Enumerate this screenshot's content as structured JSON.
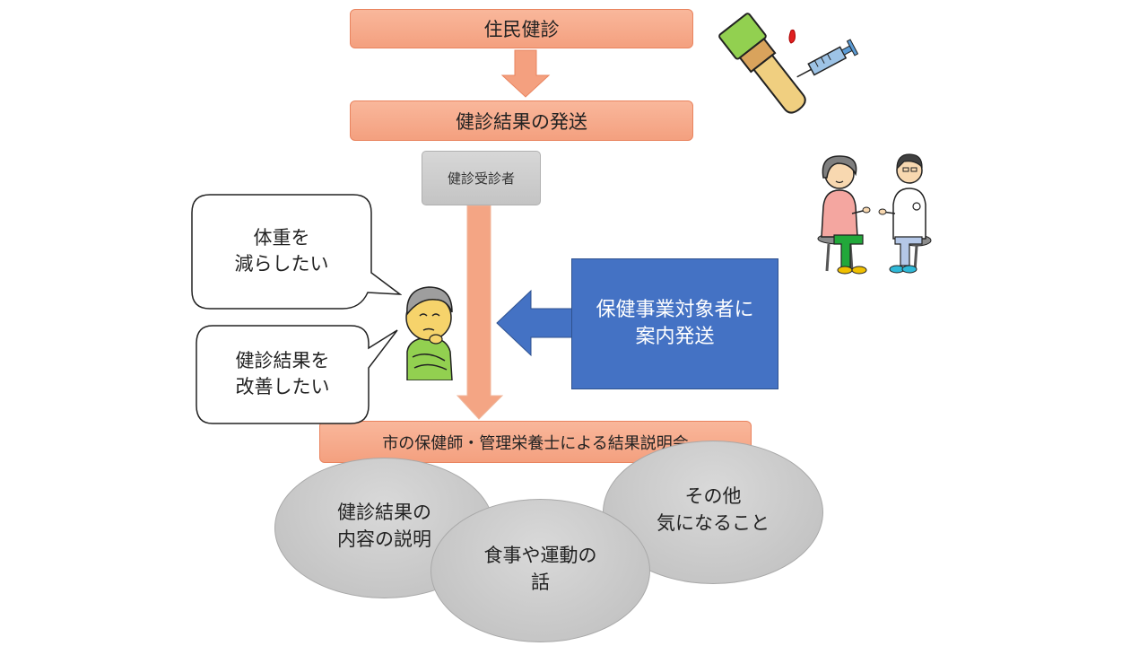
{
  "flow": {
    "step1": "住民健診",
    "step2": "健診結果の発送",
    "step3": "健診受診者",
    "step4": "市の保健師・管理栄養士による結果説明会"
  },
  "notice": {
    "line1": "保健事業対象者に",
    "line2": "案内発送"
  },
  "bubbles": {
    "top_line1": "体重を",
    "top_line2": "減らしたい",
    "bottom_line1": "健診結果を",
    "bottom_line2": "改善したい"
  },
  "ovals": {
    "left_line1": "健診結果の",
    "left_line2": "内容の説明",
    "middle_line1": "食事や運動の",
    "middle_line2": "話",
    "right_line1": "その他",
    "right_line2": "気になること"
  },
  "icons": {
    "blood_test": "blood-test-illustration",
    "consultation": "doctor-patient-illustration",
    "person": "thinking-man-illustration"
  },
  "colors": {
    "flow_box": "#f4a07f",
    "notice_box": "#4472c4",
    "gray": "#c8c8c8"
  }
}
